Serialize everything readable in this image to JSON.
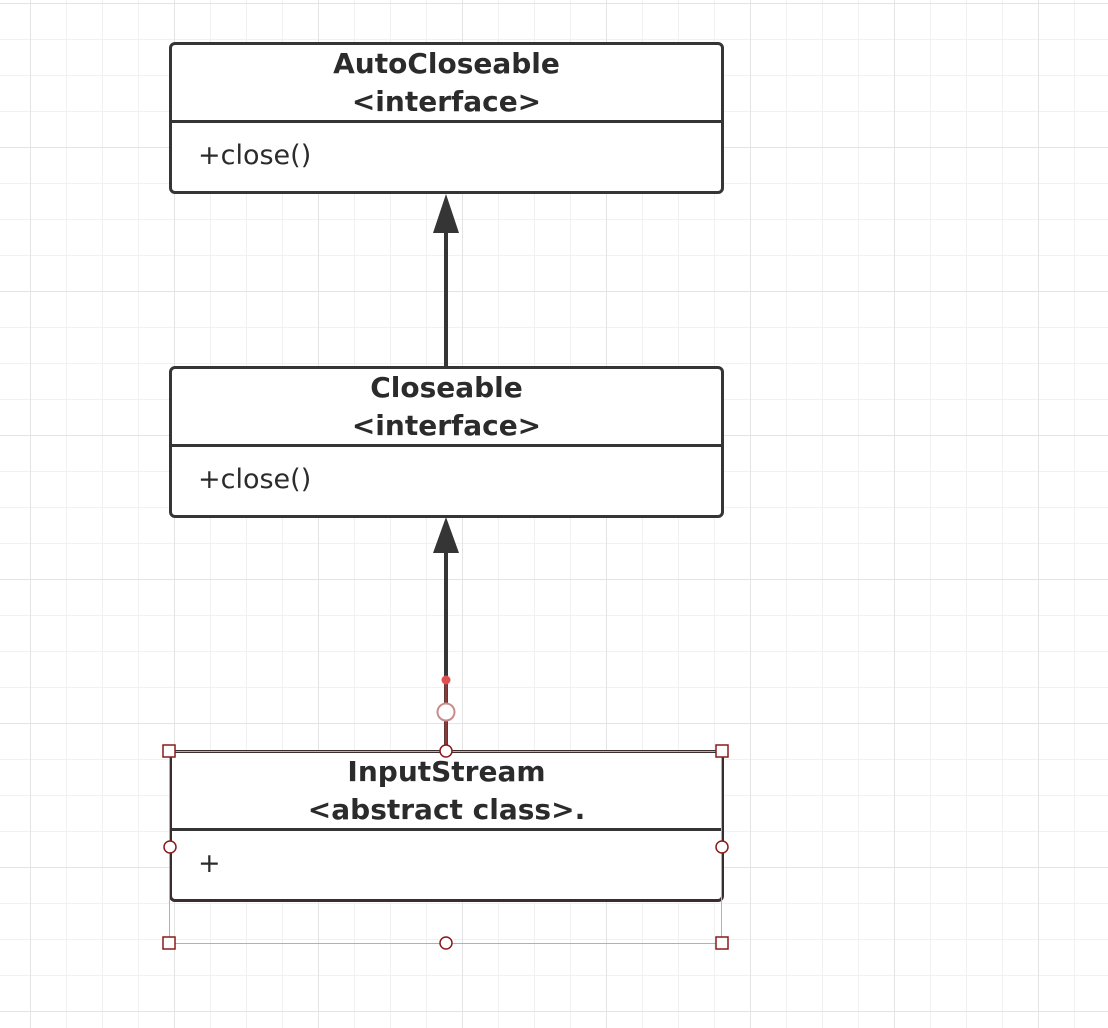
{
  "classes": {
    "autocloseable": {
      "name": "AutoCloseable",
      "stereotype": "<interface>",
      "member": "+close()"
    },
    "closeable": {
      "name": "Closeable",
      "stereotype": "<interface>",
      "member": "+close()"
    },
    "inputstream": {
      "name": "InputStream",
      "stereotype": "<abstract class>.",
      "member": "+"
    }
  },
  "relations": [
    {
      "from": "Closeable",
      "to": "AutoCloseable",
      "type": "generalization"
    },
    {
      "from": "InputStream",
      "to": "Closeable",
      "type": "generalization"
    }
  ],
  "colors": {
    "line": "#353535",
    "selection": "#8b1a1a",
    "selection_box": "#d9a0a0",
    "grid": "#e4e4e4"
  }
}
